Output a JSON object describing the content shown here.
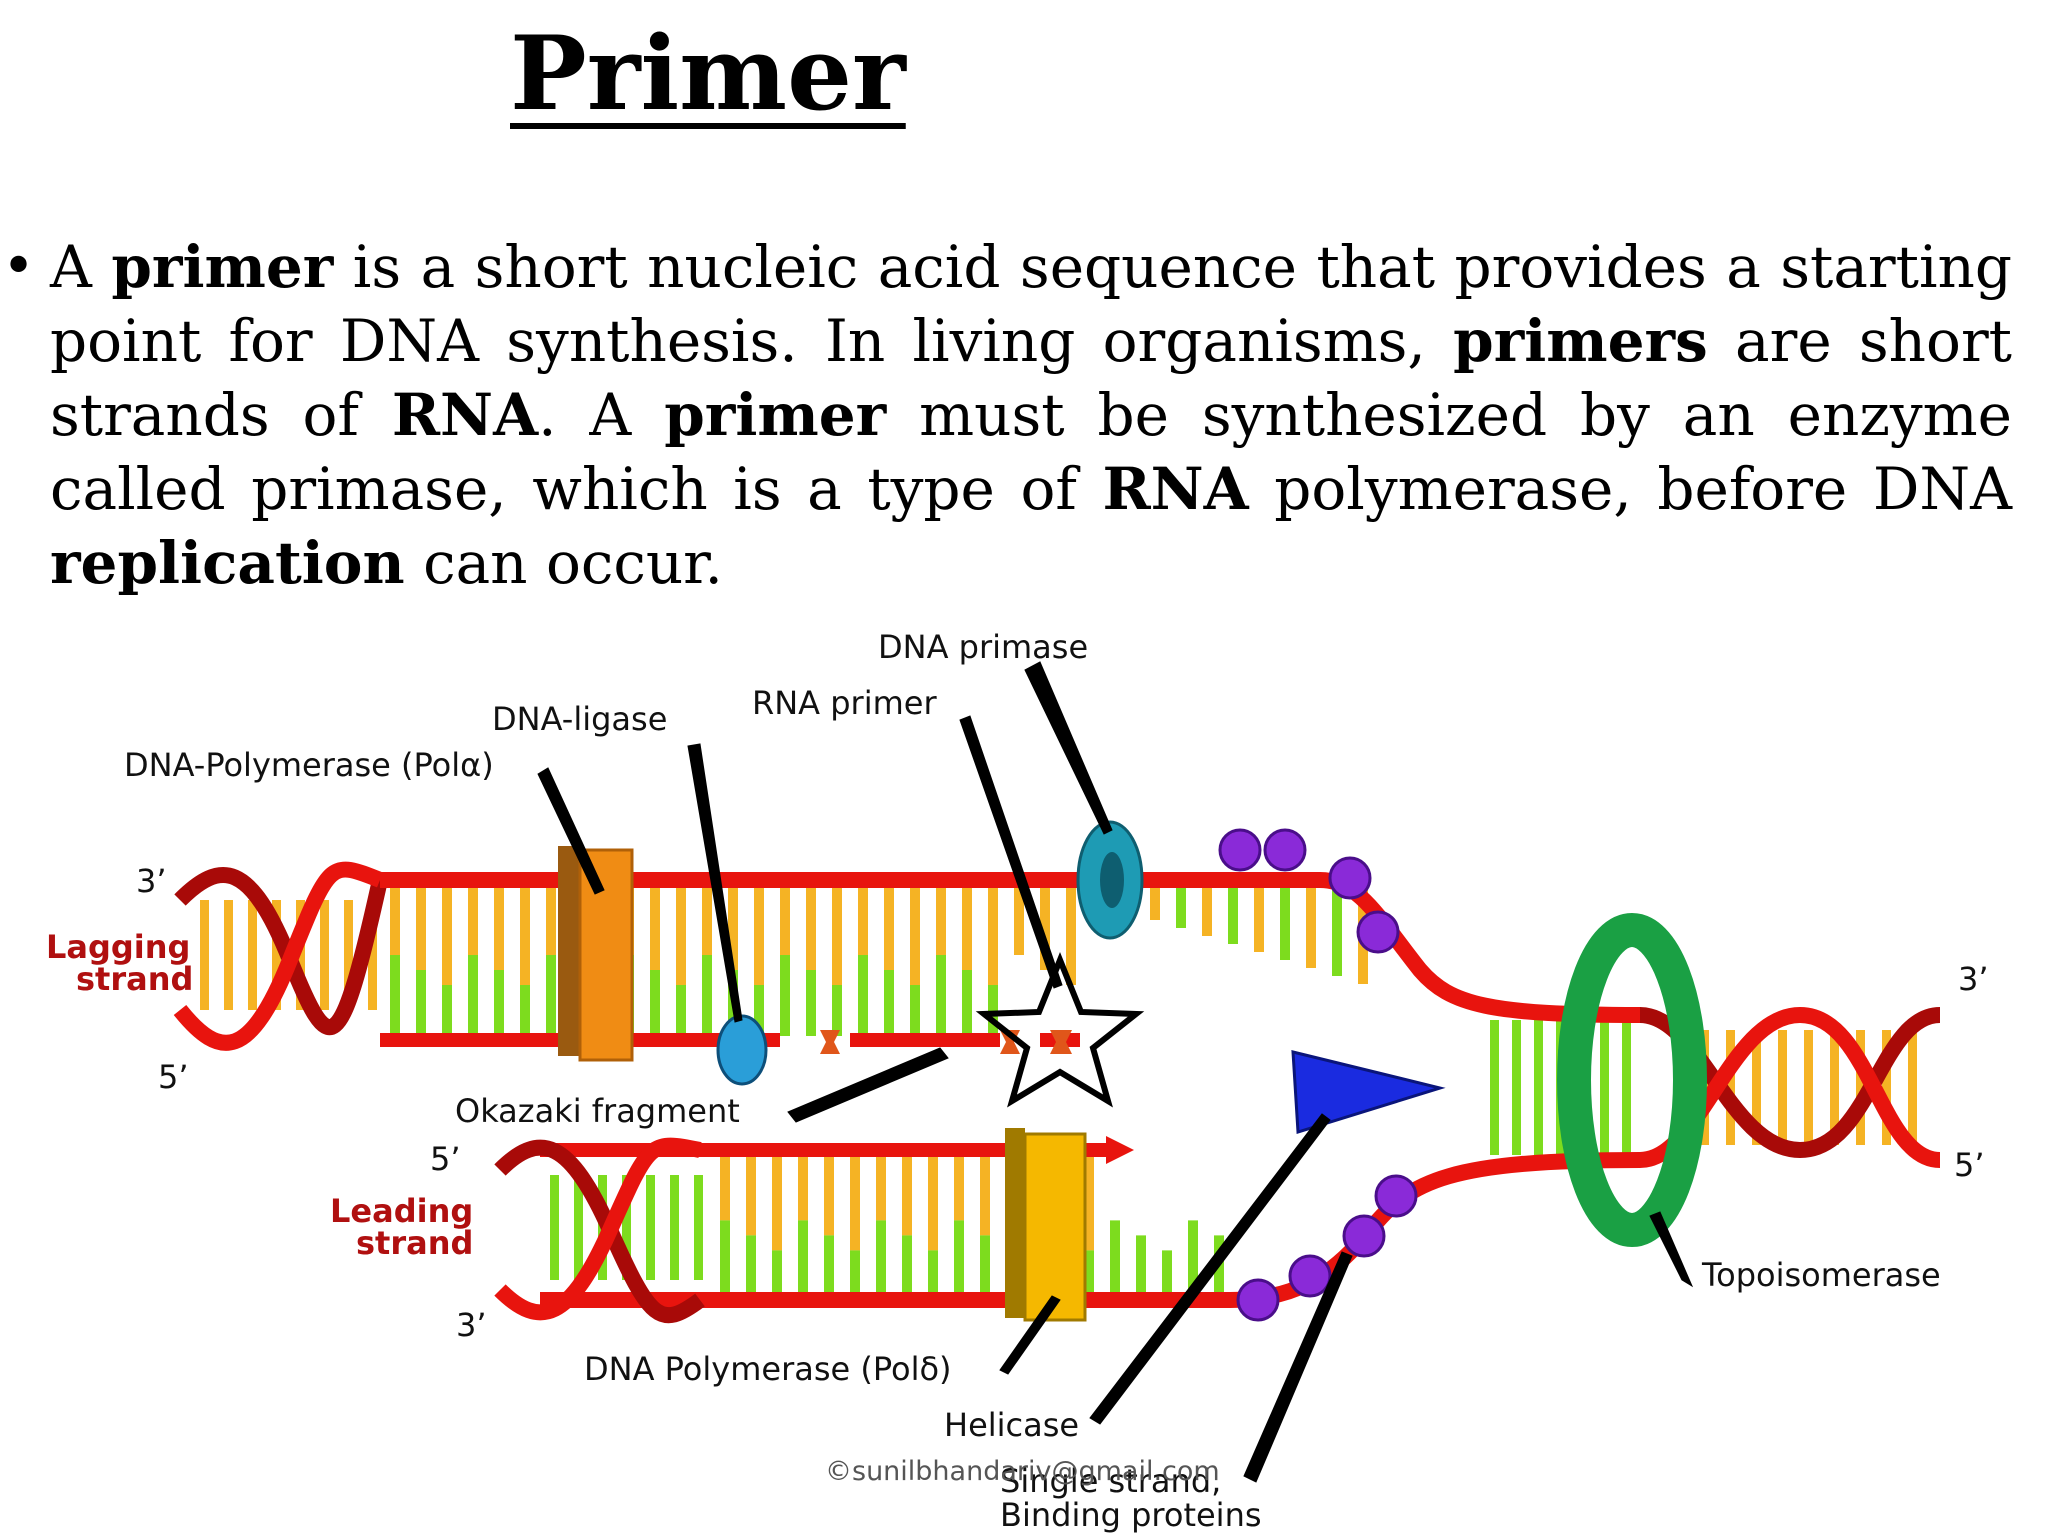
{
  "title": "Primer",
  "bullet": {
    "t1": "A ",
    "b1": "primer",
    "t2": " is a short nucleic acid sequence that provides a starting point for DNA synthesis. In living organisms, ",
    "b2": "primers",
    "t3": " are short strands of ",
    "b3": "RNA",
    "t4": ". A ",
    "b4": "primer",
    "t5": " must be synthesized by an enzyme called primase, which is a type of ",
    "b5": "RNA",
    "t6": " polymerase, before DNA ",
    "b6": "replication",
    "t7": " can occur."
  },
  "diagram": {
    "labels": {
      "dna_primase": "DNA primase",
      "rna_primer": "RNA primer",
      "dna_ligase": "DNA-ligase",
      "pol_alpha": "DNA-Polymerase (Polα)",
      "okazaki": "Okazaki fragment",
      "pol_delta": "DNA Polymerase (Polδ)",
      "helicase": "Helicase",
      "ssb_line1": "Single strand,",
      "ssb_line2": "Binding proteins",
      "topoisomerase": "Topoisomerase",
      "lagging_1": "Lagging",
      "lagging_2": "strand",
      "leading_1": "Leading",
      "leading_2": "strand",
      "end_3_top_left": "3’",
      "end_5_top_left": "5’",
      "end_5_bottom_left": "5’",
      "end_3_bottom_left": "3’",
      "end_3_right": "3’",
      "end_5_right": "5’"
    },
    "credit": "©sunilbhandariv@gmail.com",
    "colors": {
      "backbone": "#e8140e",
      "backbone_dark": "#a80a08",
      "base_yellow": "#f5b324",
      "base_green": "#7ddc1e",
      "pol_alpha": "#f08c14",
      "pol_delta": "#f5b800",
      "primase": "#1e9bb4",
      "ligase": "#2a9ed8",
      "primer": "#e0561a",
      "helicase": "#1a2be0",
      "topoisomerase": "#1aa044",
      "ssb": "#8a2ad8"
    }
  }
}
